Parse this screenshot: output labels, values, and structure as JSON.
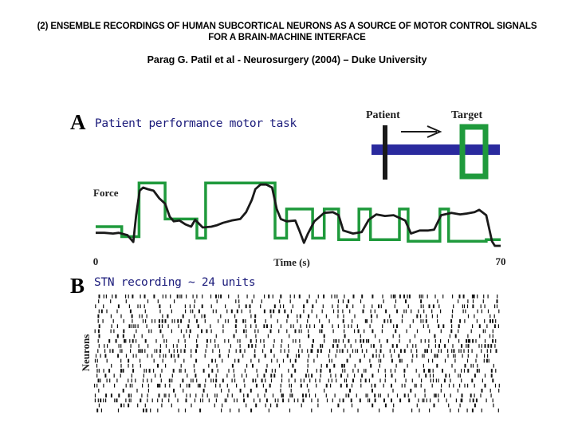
{
  "header": {
    "title_line1": "(2) ENSEMBLE RECORDINGS OF HUMAN SUBCORTICAL NEURONS AS A SOURCE OF MOTOR CONTROL SIGNALS",
    "title_line2": "FOR A BRAIN-MACHINE INTERFACE",
    "citation": "Parag G. Patil et al - Neurosurgery (2004) – Duke University"
  },
  "panel_a": {
    "letter": "A",
    "annotation": "Patient performance motor task",
    "force_label": "Force",
    "legend": {
      "patient": "Patient",
      "target": "Target"
    }
  },
  "panel_b": {
    "letter": "B",
    "annotation": "STN recording ~ 24 units",
    "ylabel": "Neurons"
  },
  "colors": {
    "target": "#1f9a3c",
    "force": "#1a1a1a",
    "cursor": "#2a2a9e",
    "annotation": "#1a1a7a"
  },
  "chart_data": [
    {
      "type": "line",
      "xlabel": "Time (s)",
      "ylabel": "Force",
      "xlim": [
        0,
        70
      ],
      "x_ticks": [
        "0",
        "70"
      ],
      "series": [
        {
          "name": "Target",
          "x": [
            0,
            4.5,
            4.5,
            7.5,
            7.5,
            12,
            12,
            17.5,
            17.5,
            19,
            19,
            31,
            31,
            33,
            33,
            37.5,
            37.5,
            39.5,
            39.5,
            42,
            42,
            45.5,
            45.5,
            47.5,
            47.5,
            52.5,
            52.5,
            54,
            54,
            59.5,
            59.5,
            61,
            61,
            67.5,
            67.5,
            70
          ],
          "values": [
            0.25,
            0.25,
            0.12,
            0.12,
            0.82,
            0.82,
            0.35,
            0.35,
            0.1,
            0.1,
            0.82,
            0.82,
            0.1,
            0.1,
            0.48,
            0.48,
            0.1,
            0.1,
            0.48,
            0.48,
            0.08,
            0.08,
            0.48,
            0.48,
            0.08,
            0.08,
            0.48,
            0.48,
            0.06,
            0.06,
            0.48,
            0.48,
            0.06,
            0.06,
            0.08,
            0.08
          ]
        },
        {
          "name": "Patient",
          "x": [
            0,
            1.5,
            3,
            4,
            5.5,
            6.5,
            7,
            7.6,
            8.2,
            9,
            10,
            11,
            12,
            12.8,
            13.5,
            14.5,
            15.5,
            16.5,
            17.2,
            18.5,
            20,
            21,
            22,
            23.5,
            25,
            26,
            27,
            27.6,
            28.5,
            29.5,
            30.5,
            31.3,
            32,
            33,
            34.5,
            35.2,
            36,
            36.7,
            37.8,
            39.5,
            41,
            42,
            42.8,
            44.5,
            46,
            47.2,
            48.5,
            50,
            51.5,
            53.5,
            54.5,
            56,
            57.5,
            58.5,
            59.7,
            61.5,
            63,
            64,
            65.5,
            66.3,
            67.5,
            68.5,
            69,
            70
          ],
          "values": [
            0.17,
            0.17,
            0.16,
            0.17,
            0.14,
            0.05,
            0.4,
            0.72,
            0.76,
            0.74,
            0.72,
            0.62,
            0.55,
            0.38,
            0.32,
            0.33,
            0.28,
            0.25,
            0.34,
            0.24,
            0.25,
            0.27,
            0.3,
            0.33,
            0.35,
            0.44,
            0.6,
            0.74,
            0.8,
            0.8,
            0.76,
            0.48,
            0.35,
            0.32,
            0.33,
            0.2,
            0.04,
            0.16,
            0.32,
            0.43,
            0.44,
            0.4,
            0.2,
            0.16,
            0.18,
            0.34,
            0.41,
            0.39,
            0.4,
            0.33,
            0.16,
            0.2,
            0.2,
            0.21,
            0.4,
            0.43,
            0.41,
            0.42,
            0.44,
            0.47,
            0.4,
            0.06,
            0.0,
            0.0
          ]
        }
      ]
    },
    {
      "type": "scatter",
      "title": "STN recording ~ 24 units",
      "ylabel": "Neurons",
      "units": 24,
      "xlim": [
        0,
        70
      ]
    }
  ]
}
